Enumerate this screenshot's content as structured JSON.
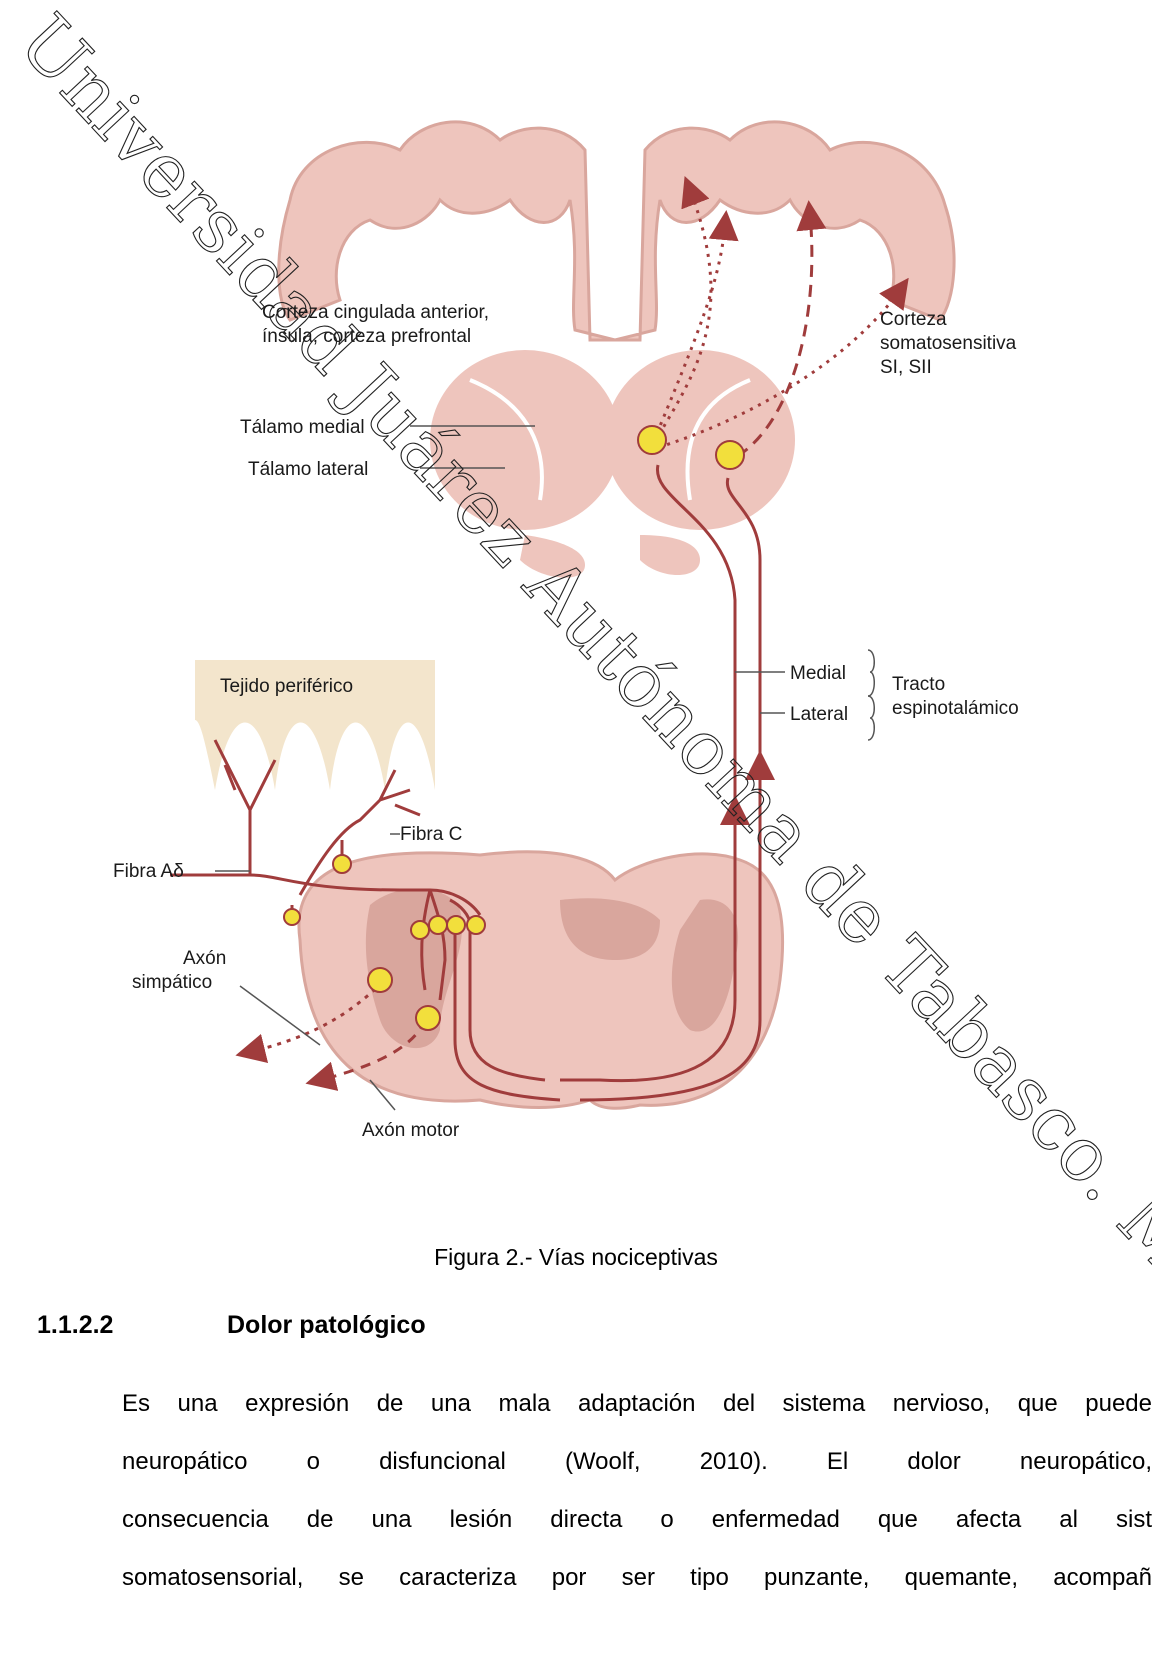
{
  "figure": {
    "labels": {
      "cortex_cingulate": [
        "Corteza cingulada anterior,",
        "ínsula, corteza prefrontal"
      ],
      "cortex_somatosensory": [
        "Corteza",
        "somatosensitiva",
        "SI, SII"
      ],
      "thalamus_medial": "Tálamo medial",
      "thalamus_lateral": "Tálamo lateral",
      "peripheral_tissue": "Tejido periférico",
      "tract_medial": "Medial",
      "tract_lateral": "Lateral",
      "tract_name": [
        "Tracto",
        "espinotalámico"
      ],
      "fiber_c": "Fibra C",
      "fiber_ad": "Fibra Aδ",
      "sympathetic_axon": [
        "Axón",
        "simpático"
      ],
      "motor_axon": "Axón motor"
    },
    "colors": {
      "tissue": "#eec5bd",
      "tissue_dark": "#d9a69d",
      "pathway": "#a03c3c",
      "neuron": "#f2df3c",
      "peripheral": "#f3e5cc"
    }
  },
  "caption": "Figura 2.- Vías nociceptivas",
  "section": {
    "number": "1.1.2.2",
    "title": "Dolor patológico"
  },
  "body_lines": [
    "Es una expresión de una mala adaptación del sistema nervioso, que puede",
    "neuropático o disfuncional (Woolf, 2010). El dolor neuropático,",
    "consecuencia de una lesión directa o enfermedad que afecta al sist",
    "somatosensorial, se caracteriza por ser tipo punzante, quemante, acompañ"
  ],
  "watermark": "Universidad Juárez Autónoma de Tabasco. México."
}
